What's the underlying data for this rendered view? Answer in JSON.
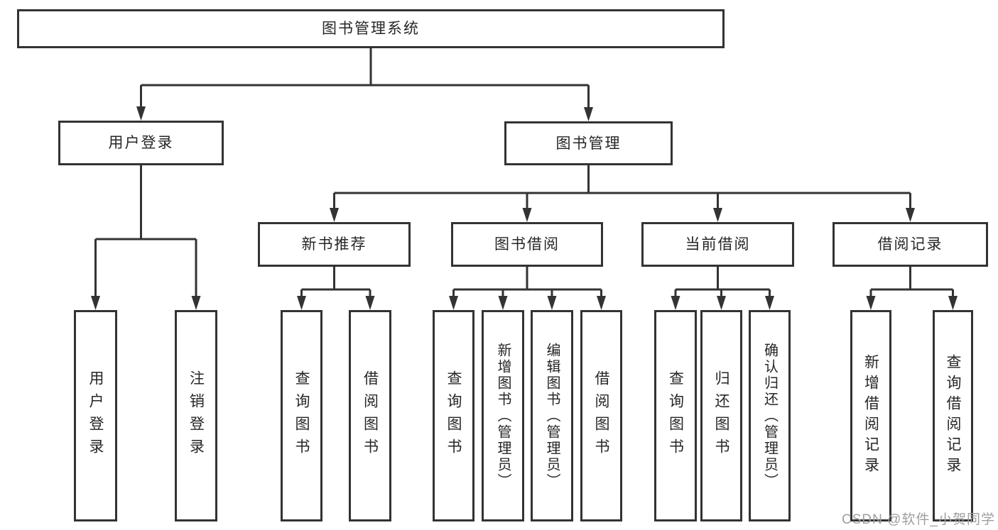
{
  "diagram": {
    "type": "tree",
    "root": {
      "label": "图书管理系统"
    },
    "branches": [
      {
        "label": "用户登录",
        "children": [
          {
            "label": "用户登录"
          },
          {
            "label": "注销登录"
          }
        ]
      },
      {
        "label": "图书管理",
        "children": [
          {
            "label": "新书推荐",
            "children": [
              {
                "label": "查询图书"
              },
              {
                "label": "借阅图书"
              }
            ]
          },
          {
            "label": "图书借阅",
            "children": [
              {
                "label": "查询图书"
              },
              {
                "label": "新增图书（管理员）"
              },
              {
                "label": "编辑图书（管理员）"
              },
              {
                "label": "借阅图书"
              }
            ]
          },
          {
            "label": "当前借阅",
            "children": [
              {
                "label": "查询图书"
              },
              {
                "label": "归还图书"
              },
              {
                "label": "确认归还（管理员）"
              }
            ]
          },
          {
            "label": "借阅记录",
            "children": [
              {
                "label": "新增借阅记录"
              },
              {
                "label": "查询借阅记录"
              }
            ]
          }
        ]
      }
    ]
  },
  "watermark": {
    "text": "CSDN @软件_小贺同学"
  },
  "colors": {
    "line": "#333333",
    "box_border": "#333333",
    "text": "#262626",
    "watermark": "#9e9e9e",
    "background": "#ffffff"
  }
}
